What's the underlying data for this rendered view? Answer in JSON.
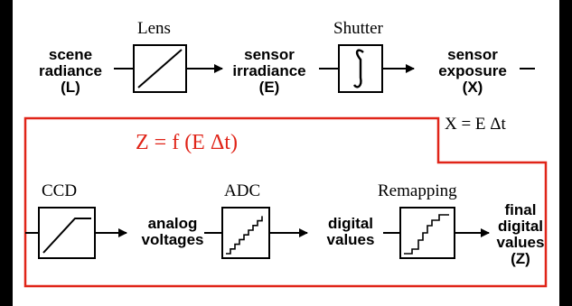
{
  "colors": {
    "background": "#ffffff",
    "frame": "#000000",
    "outline": "#e02418",
    "formula_text": "#e02418",
    "line": "#000000"
  },
  "top_row": {
    "lens_title": "Lens",
    "shutter_title": "Shutter",
    "scene_radiance": [
      "scene",
      "radiance",
      "(L)"
    ],
    "sensor_irradiance": [
      "sensor",
      "irradiance",
      "(E)"
    ],
    "sensor_exposure": [
      "sensor",
      "exposure",
      "(X)"
    ],
    "exposure_equation": "X = E Δt"
  },
  "bottom_row": {
    "ccd_title": "CCD",
    "adc_title": "ADC",
    "remapping_title": "Remapping",
    "analog_voltages": [
      "analog",
      "voltages"
    ],
    "digital_values": [
      "digital",
      "values"
    ],
    "final_digital_values": [
      "final",
      "digital",
      "values",
      "(Z)"
    ]
  },
  "response_function": "Z = f (E Δt)"
}
